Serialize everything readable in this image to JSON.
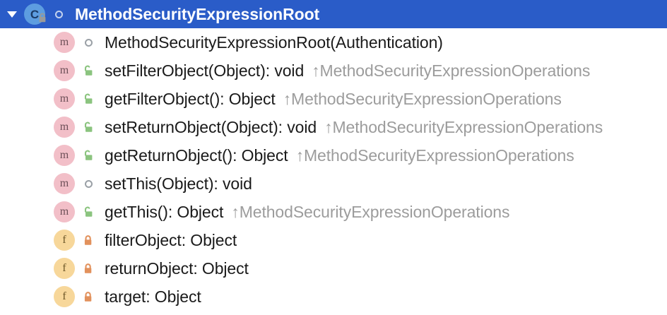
{
  "view": {
    "name": "structure-view",
    "background": "#ffffff",
    "selection_color": "#2a5cc8",
    "inherited_text_color": "#9c9c9c",
    "text_color": "#1a1a1a"
  },
  "header": {
    "twisty_icon": "triangle-down-icon",
    "expanded": true,
    "kind_icon": "class-icon",
    "kind_letter": "C",
    "kind_color": "#5d9de0",
    "badge_icon": "lock-closed-icon",
    "badge_color": "#9a9a9a",
    "visibility_icon": "package-private-circle-icon",
    "label": "MethodSecurityExpressionRoot",
    "selected": true
  },
  "members": [
    {
      "kind": "method",
      "kind_letter": "m",
      "kind_color": "#f2bfc8",
      "visibility_icon": "package-private-circle-icon",
      "visibility": "package-private",
      "label": "MethodSecurityExpressionRoot(Authentication)",
      "inherited_from": "",
      "inherited_arrow": ""
    },
    {
      "kind": "method",
      "kind_letter": "m",
      "kind_color": "#f2bfc8",
      "visibility_icon": "lock-open-icon",
      "visibility": "public",
      "label": "setFilterObject(Object): void",
      "inherited_arrow": "↑",
      "inherited_from": "MethodSecurityExpressionOperations"
    },
    {
      "kind": "method",
      "kind_letter": "m",
      "kind_color": "#f2bfc8",
      "visibility_icon": "lock-open-icon",
      "visibility": "public",
      "label": "getFilterObject(): Object",
      "inherited_arrow": "↑",
      "inherited_from": "MethodSecurityExpressionOperations"
    },
    {
      "kind": "method",
      "kind_letter": "m",
      "kind_color": "#f2bfc8",
      "visibility_icon": "lock-open-icon",
      "visibility": "public",
      "label": "setReturnObject(Object): void",
      "inherited_arrow": "↑",
      "inherited_from": "MethodSecurityExpressionOperations"
    },
    {
      "kind": "method",
      "kind_letter": "m",
      "kind_color": "#f2bfc8",
      "visibility_icon": "lock-open-icon",
      "visibility": "public",
      "label": "getReturnObject(): Object",
      "inherited_arrow": "↑",
      "inherited_from": "MethodSecurityExpressionOperations"
    },
    {
      "kind": "method",
      "kind_letter": "m",
      "kind_color": "#f2bfc8",
      "visibility_icon": "package-private-circle-icon",
      "visibility": "package-private",
      "label": "setThis(Object): void",
      "inherited_arrow": "",
      "inherited_from": ""
    },
    {
      "kind": "method",
      "kind_letter": "m",
      "kind_color": "#f2bfc8",
      "visibility_icon": "lock-open-icon",
      "visibility": "public",
      "label": "getThis(): Object",
      "inherited_arrow": "↑",
      "inherited_from": "MethodSecurityExpressionOperations"
    },
    {
      "kind": "field",
      "kind_letter": "f",
      "kind_color": "#f7d79a",
      "visibility_icon": "lock-closed-icon",
      "visibility": "private",
      "label": "filterObject: Object",
      "inherited_arrow": "",
      "inherited_from": ""
    },
    {
      "kind": "field",
      "kind_letter": "f",
      "kind_color": "#f7d79a",
      "visibility_icon": "lock-closed-icon",
      "visibility": "private",
      "label": "returnObject: Object",
      "inherited_arrow": "",
      "inherited_from": ""
    },
    {
      "kind": "field",
      "kind_letter": "f",
      "kind_color": "#f7d79a",
      "visibility_icon": "lock-closed-icon",
      "visibility": "private",
      "label": "target: Object",
      "inherited_arrow": "",
      "inherited_from": ""
    }
  ]
}
